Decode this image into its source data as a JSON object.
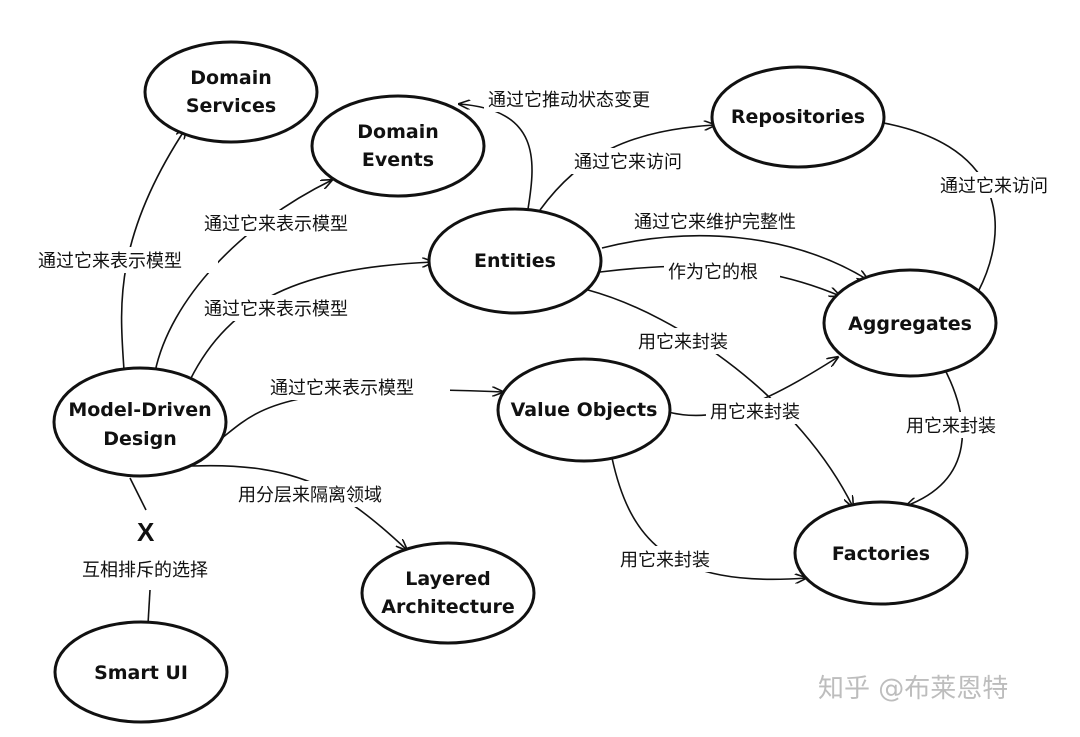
{
  "nodes": {
    "domain_services": [
      "Domain",
      "Services"
    ],
    "domain_events": [
      "Domain",
      "Events"
    ],
    "repositories": [
      "Repositories"
    ],
    "entities": [
      "Entities"
    ],
    "aggregates": [
      "Aggregates"
    ],
    "value_objects": [
      "Value Objects"
    ],
    "factories": [
      "Factories"
    ],
    "model_driven_design": [
      "Model-Driven",
      "Design"
    ],
    "layered_architecture": [
      "Layered",
      "Architecture"
    ],
    "smart_ui": [
      "Smart UI"
    ]
  },
  "edge_labels": {
    "mdd_to_domain_services": "通过它来表示模型",
    "mdd_to_domain_events": "通过它来表示模型",
    "mdd_to_entities": "通过它来表示模型",
    "mdd_to_value_objects": "通过它来表示模型",
    "mdd_to_layered_architecture": "用分层来隔离领域",
    "entities_to_domain_events": "通过它推动状态变更",
    "entities_to_repositories": "通过它来访问",
    "entities_to_aggregates_integrity": "通过它来维护完整性",
    "entities_to_aggregates_root": "作为它的根",
    "entities_to_factories": "用它来封装",
    "value_objects_to_aggregates": "用它来封装",
    "value_objects_to_factories": "用它来封装",
    "aggregates_to_repositories": "通过它来访问",
    "aggregates_to_factories": "用它来封装",
    "mutually_exclusive": "互相排斥的选择"
  },
  "exclusive_mark": "X",
  "watermark": "知乎 @布莱恩特"
}
